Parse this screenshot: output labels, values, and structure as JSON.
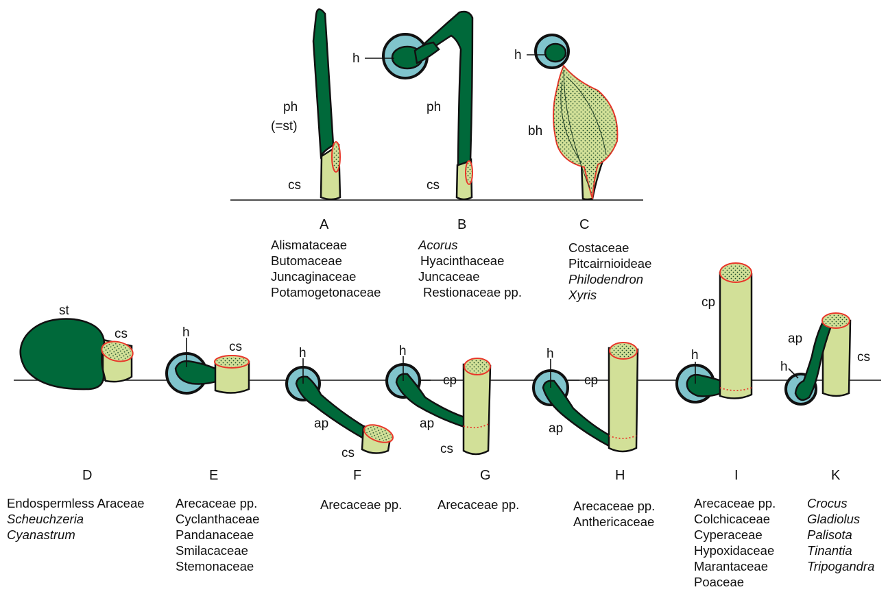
{
  "colors": {
    "haustorium_outer": "#80c4cc",
    "dark_green": "#00693a",
    "light_green": "#d2e098",
    "cut_edge": "#e8372a",
    "outline": "#111111"
  },
  "labels": {
    "ph": "ph",
    "eq_st": "(=st)",
    "cs": "cs",
    "h": "h",
    "bh": "bh",
    "st": "st",
    "ap": "ap",
    "cp": "cp"
  },
  "panels": [
    {
      "letter": "A",
      "taxa": [
        {
          "text": "Alismataceae",
          "italic": false
        },
        {
          "text": "Butomaceae",
          "italic": false
        },
        {
          "text": "Juncaginaceae",
          "italic": false
        },
        {
          "text": "Potamogetonaceae",
          "italic": false
        }
      ]
    },
    {
      "letter": "B",
      "taxa": [
        {
          "text": "Acorus",
          "italic": true
        },
        {
          "text": "Hyacinthaceae",
          "italic": false
        },
        {
          "text": "Juncaceae",
          "italic": false
        },
        {
          "text": "Restionaceae pp.",
          "italic": false
        }
      ]
    },
    {
      "letter": "C",
      "taxa": [
        {
          "text": "Costaceae",
          "italic": false
        },
        {
          "text": "Pitcairnioideae",
          "italic": false
        },
        {
          "text": "Philodendron",
          "italic": true
        },
        {
          "text": "Xyris",
          "italic": true
        }
      ]
    },
    {
      "letter": "D",
      "taxa": [
        {
          "text": "Endospermless Araceae",
          "italic": false
        },
        {
          "text": "Scheuchzeria",
          "italic": true
        },
        {
          "text": "Cyanastrum",
          "italic": true
        }
      ]
    },
    {
      "letter": "E",
      "taxa": [
        {
          "text": "Arecaceae pp.",
          "italic": false
        },
        {
          "text": "Cyclanthaceae",
          "italic": false
        },
        {
          "text": "Pandanaceae",
          "italic": false
        },
        {
          "text": "Smilacaceae",
          "italic": false
        },
        {
          "text": "Stemonaceae",
          "italic": false
        }
      ]
    },
    {
      "letter": "F",
      "taxa": [
        {
          "text": "Arecaceae pp.",
          "italic": false
        }
      ]
    },
    {
      "letter": "G",
      "taxa": [
        {
          "text": "Arecaceae pp.",
          "italic": false
        }
      ]
    },
    {
      "letter": "H",
      "taxa": [
        {
          "text": "Arecaceae pp.",
          "italic": false
        },
        {
          "text": "Anthericaceae",
          "italic": false
        }
      ]
    },
    {
      "letter": "I",
      "taxa": [
        {
          "text": "Arecaceae pp.",
          "italic": false
        },
        {
          "text": "Colchicaceae",
          "italic": false
        },
        {
          "text": "Cyperaceae",
          "italic": false
        },
        {
          "text": "Hypoxidaceae",
          "italic": false
        },
        {
          "text": "Marantaceae",
          "italic": false
        },
        {
          "text": "Poaceae",
          "italic": false
        }
      ]
    },
    {
      "letter": "K",
      "taxa": [
        {
          "text": "Crocus",
          "italic": true
        },
        {
          "text": "Gladiolus",
          "italic": true
        },
        {
          "text": "Palisota",
          "italic": true
        },
        {
          "text": "Tinantia",
          "italic": true
        },
        {
          "text": "Tripogandra",
          "italic": true
        }
      ]
    }
  ]
}
